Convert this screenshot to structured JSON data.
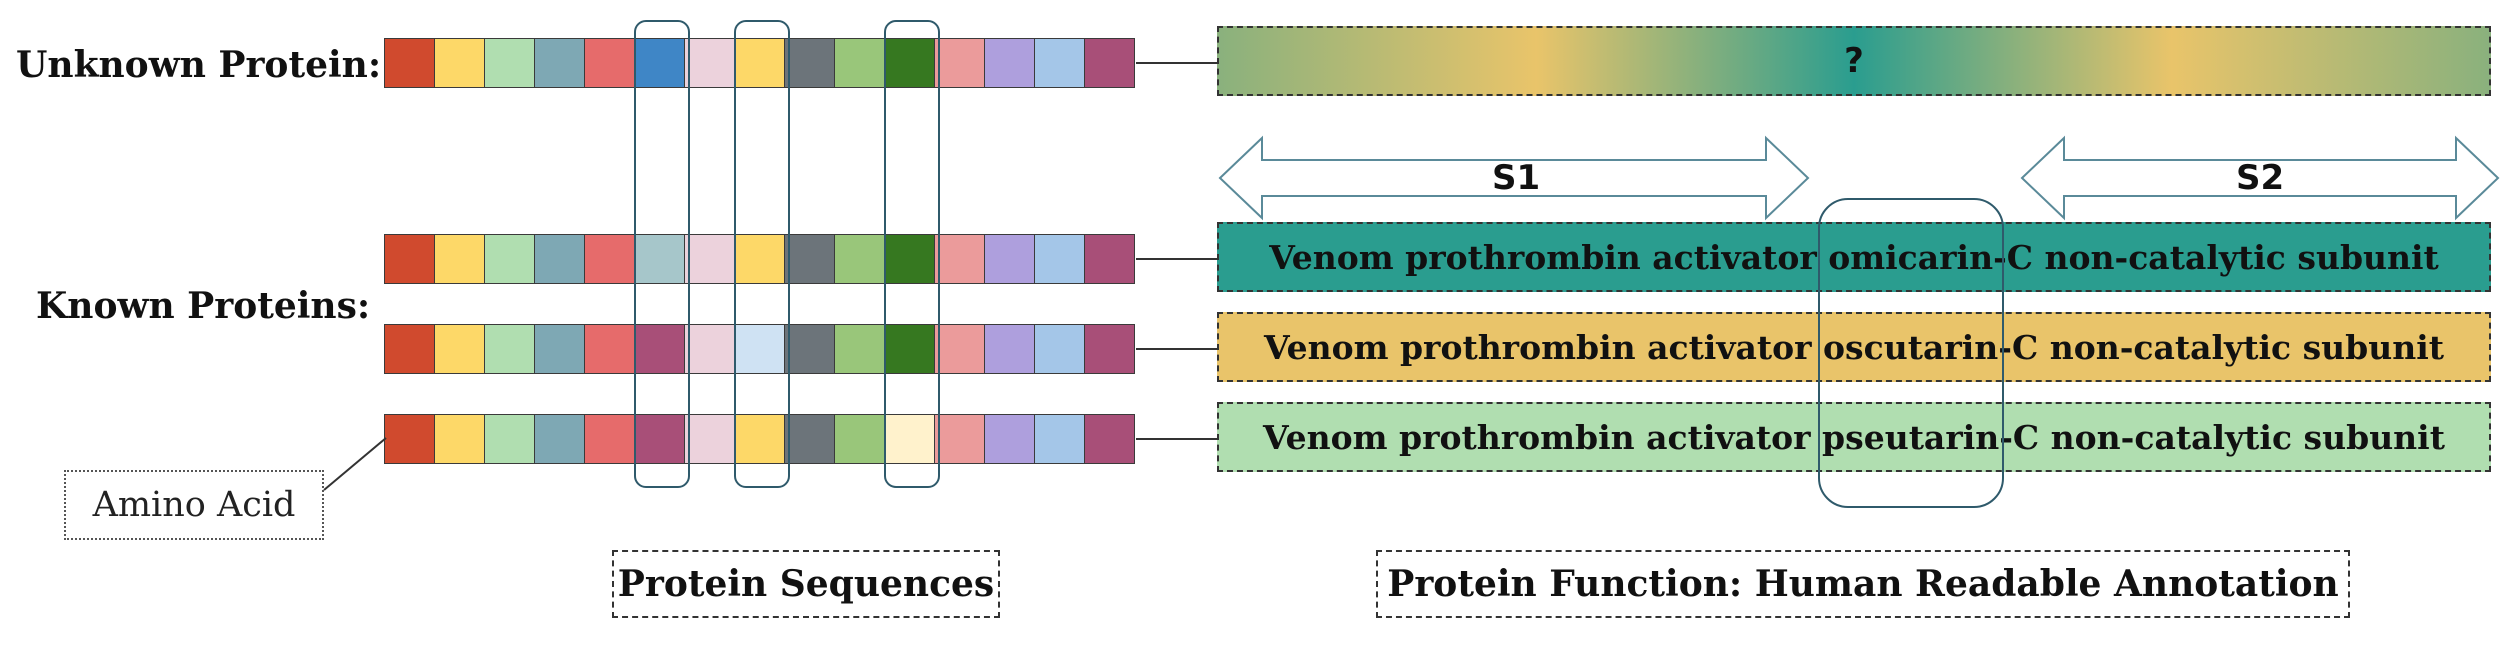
{
  "labels": {
    "unknown": "Unknown Protein:",
    "known": "Known Proteins:",
    "amino_acid": "Amino Acid",
    "sequences_caption": "Protein Sequences",
    "function_caption": "Protein Function: Human Readable Annotation",
    "query": "?",
    "span1": "S1",
    "span2": "S2"
  },
  "sequences": [
    {
      "name": "unknown",
      "cells": [
        "#d04a2e",
        "#fdd868",
        "#b0deb0",
        "#7ea8b4",
        "#e66b6b",
        "#3f86c6",
        "#ecd2dc",
        "#fdd868",
        "#6c747a",
        "#99c67a",
        "#367820",
        "#eb9b9b",
        "#ae9fdd",
        "#a4c6e8",
        "#a84f78"
      ]
    },
    {
      "name": "known-1",
      "cells": [
        "#d04a2e",
        "#fdd868",
        "#b0deb0",
        "#7ea8b4",
        "#e66b6b",
        "#a6c6ca",
        "#ecd2dc",
        "#fdd868",
        "#6c747a",
        "#99c67a",
        "#367820",
        "#eb9b9b",
        "#ae9fdd",
        "#a4c6e8",
        "#a84f78"
      ]
    },
    {
      "name": "known-2",
      "cells": [
        "#d04a2e",
        "#fdd868",
        "#b0deb0",
        "#7ea8b4",
        "#e66b6b",
        "#a84f78",
        "#ecd2dc",
        "#cfe2f3",
        "#6c747a",
        "#99c67a",
        "#367820",
        "#eb9b9b",
        "#ae9fdd",
        "#a4c6e8",
        "#a84f78"
      ]
    },
    {
      "name": "known-3",
      "cells": [
        "#d04a2e",
        "#fdd868",
        "#b0deb0",
        "#7ea8b4",
        "#e66b6b",
        "#a84f78",
        "#ecd2dc",
        "#fdd868",
        "#6c747a",
        "#99c67a",
        "#fff2cc",
        "#eb9b9b",
        "#ae9fdd",
        "#a4c6e8",
        "#a84f78"
      ]
    }
  ],
  "annotations": [
    {
      "text": "Venom prothrombin activator omicarin-C non-catalytic subunit",
      "color": "#2a9d8f"
    },
    {
      "text": "Venom prothrombin activator oscutarin-C non-catalytic subunit",
      "color": "#e9c46a"
    },
    {
      "text": "Venom prothrombin activator pseutarin-C non-catalytic subunit",
      "color": "#b0deb0"
    }
  ],
  "colors": {
    "gradient": [
      "#8ab17d",
      "#e9c46a",
      "#2a9d8f",
      "#e9c46a",
      "#8ab17d"
    ],
    "highlight_border": "#2f5a6b",
    "arrow_border": "#5a8a99"
  }
}
